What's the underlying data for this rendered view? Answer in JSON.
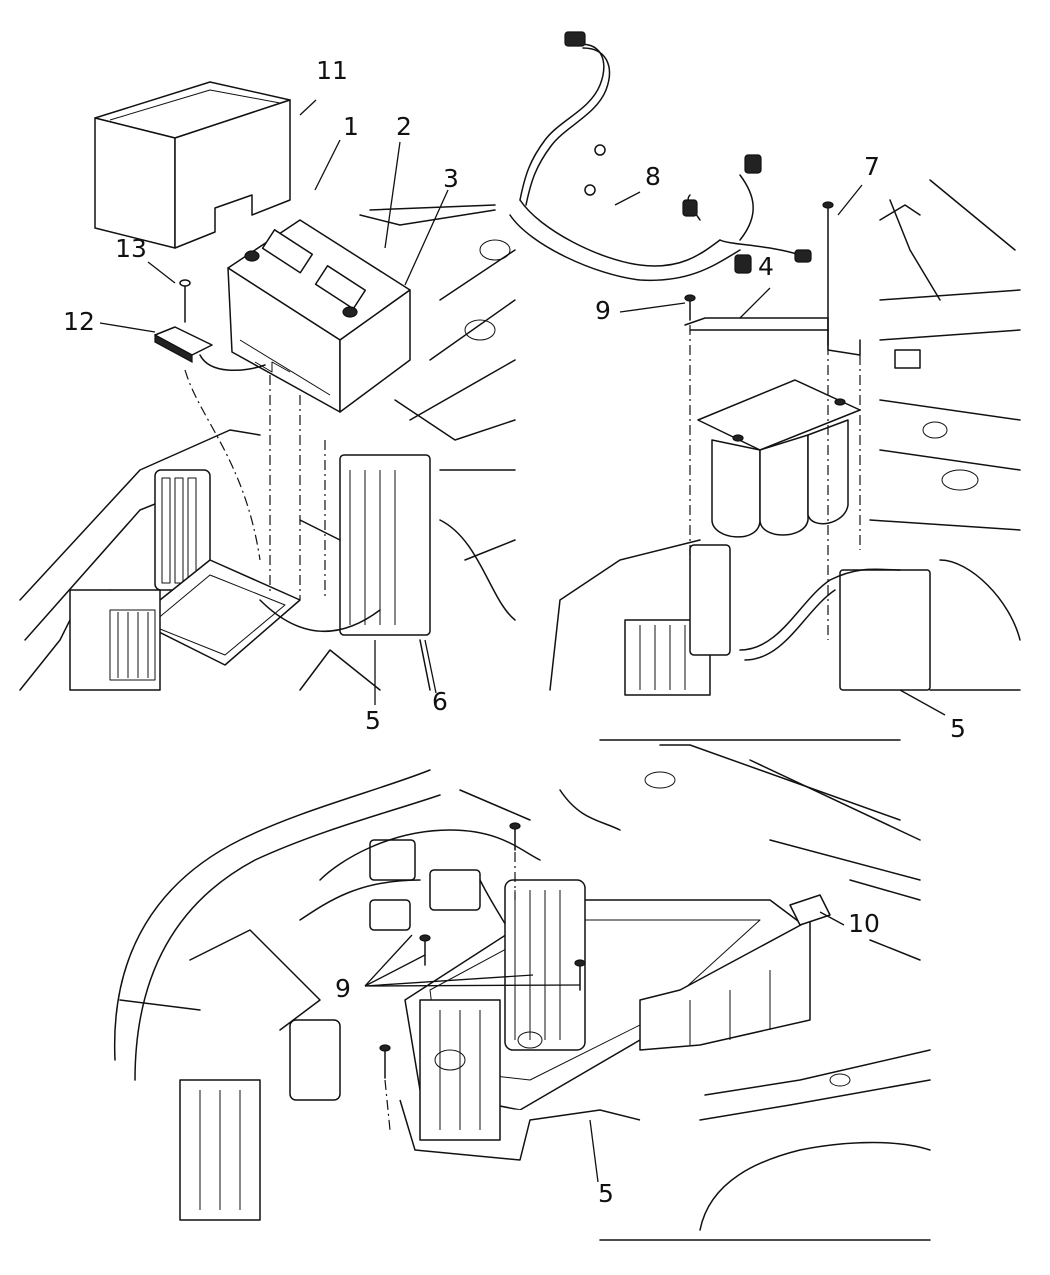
{
  "callouts": {
    "c1": "1",
    "c2": "2",
    "c3": "3",
    "c4": "4",
    "c5a": "5",
    "c5b": "5",
    "c5c": "5",
    "c6": "6",
    "c7": "7",
    "c8": "8",
    "c9a": "9",
    "c9b": "9",
    "c10": "10",
    "c11": "11",
    "c12": "12",
    "c13": "13"
  }
}
